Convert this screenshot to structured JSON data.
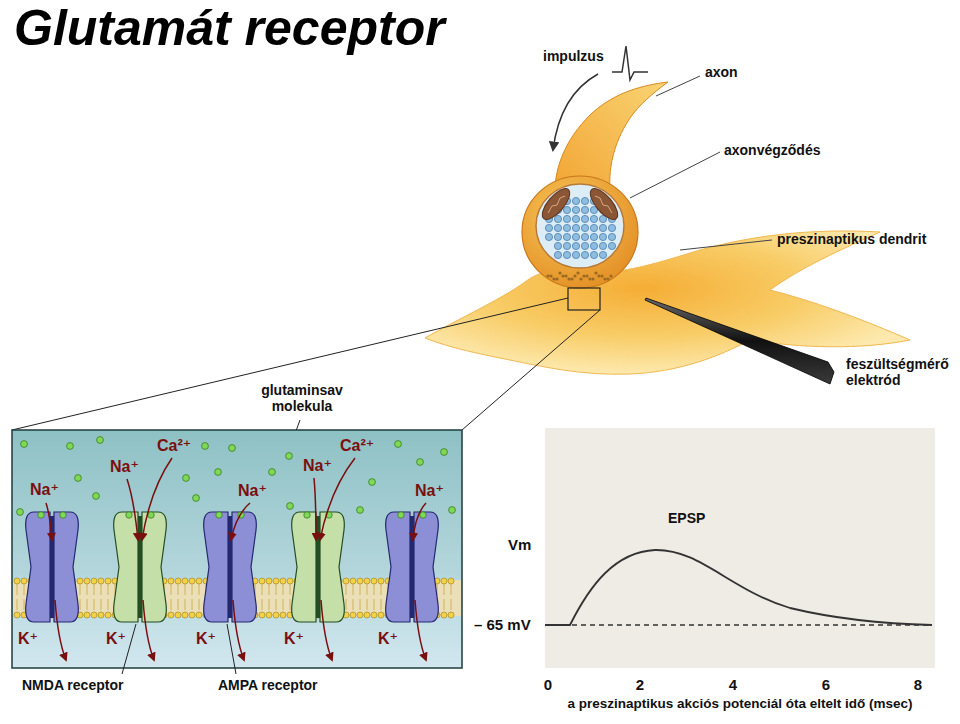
{
  "diagram": {
    "title": "Glutamát receptor",
    "labels": [
      "impulzus",
      "axon",
      "axonvégződés",
      "preszinaptikus dendrit",
      "glutaminsav molekula",
      "feszültségmérő elektród",
      "Na⁺",
      "Na⁺",
      "Ca²⁺",
      "Na⁺",
      "Na⁺",
      "Ca²⁺",
      "Na⁺",
      "K⁺",
      "K⁺",
      "K⁺",
      "K⁺",
      "K⁺",
      "EPSP",
      "Vm",
      "– 65 mV",
      "0",
      "2",
      "4",
      "6",
      "8",
      "NMDA receptor",
      "AMPA receptor",
      "a preszinaptikus akciós potenciál óta eltelt idő (msec)"
    ]
  }
}
